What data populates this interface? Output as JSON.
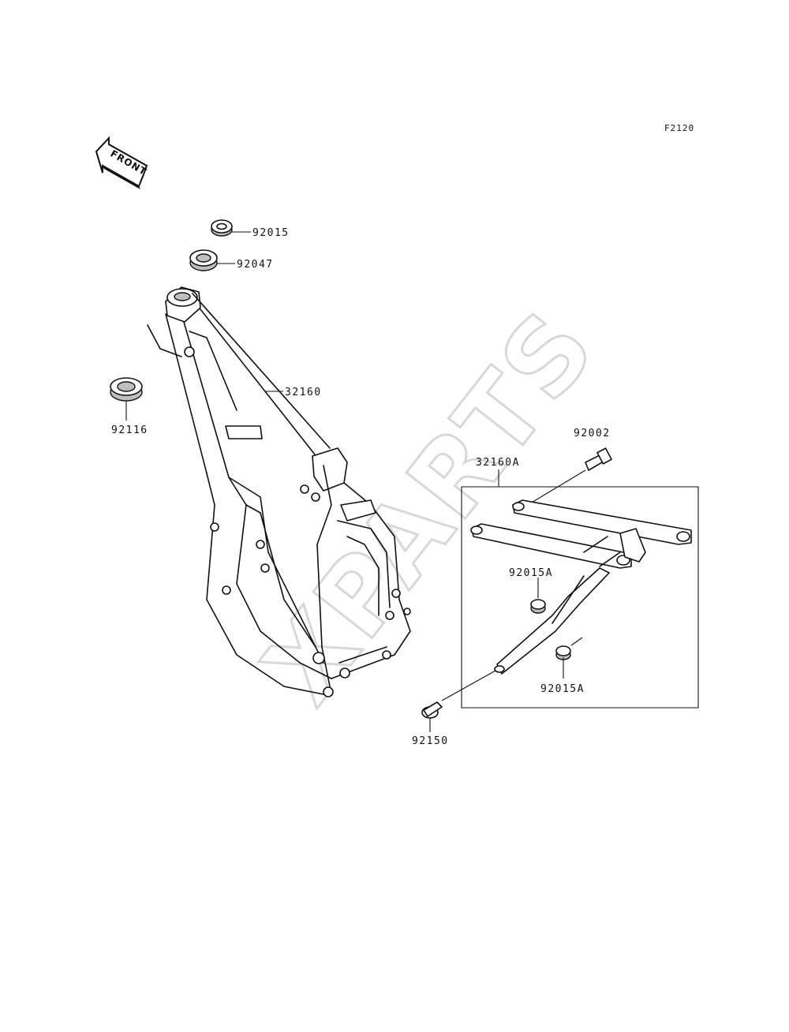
{
  "figure_code": "F2120",
  "front_arrow": {
    "label": "FRONT",
    "icon": "front-direction-arrow-icon"
  },
  "watermark": "XPARTS",
  "callouts": {
    "steering_stem_nut": "92015",
    "steering_stem_seal": "92047",
    "frame": "32160",
    "steering_bearing": "92116",
    "subframe_bolt": "92002",
    "rear_subframe": "32160A",
    "subframe_nut_upper": "92015A",
    "subframe_nut_lower": "92015A",
    "subframe_lower_bolt": "92150"
  }
}
